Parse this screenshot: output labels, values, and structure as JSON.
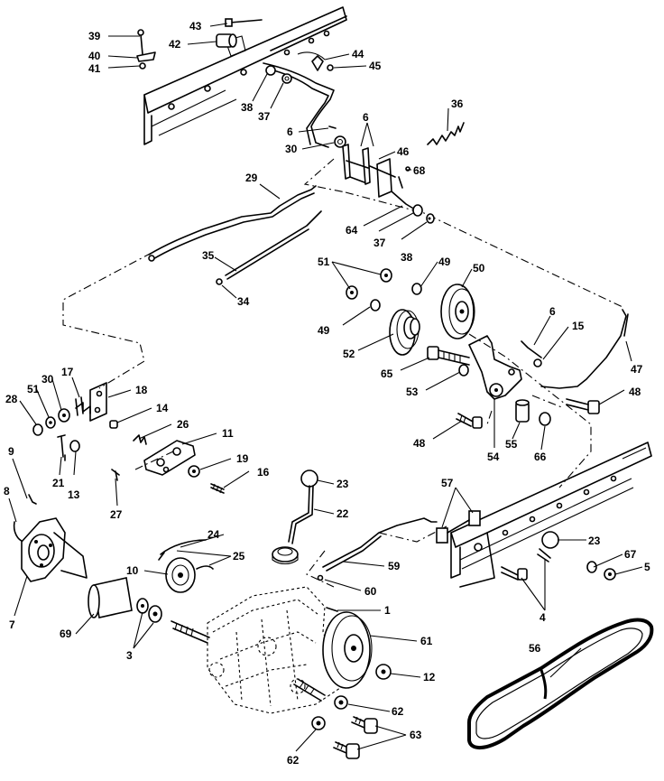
{
  "diagram": {
    "callouts": [
      {
        "id": "c39",
        "text": "39"
      },
      {
        "id": "c40",
        "text": "40"
      },
      {
        "id": "c41",
        "text": "41"
      },
      {
        "id": "c43",
        "text": "43"
      },
      {
        "id": "c42",
        "text": "42"
      },
      {
        "id": "c44",
        "text": "44"
      },
      {
        "id": "c45",
        "text": "45"
      },
      {
        "id": "c38a",
        "text": "38"
      },
      {
        "id": "c37a",
        "text": "37"
      },
      {
        "id": "c36",
        "text": "36"
      },
      {
        "id": "c6a",
        "text": "6"
      },
      {
        "id": "c6b",
        "text": "6"
      },
      {
        "id": "c30a",
        "text": "30"
      },
      {
        "id": "c46",
        "text": "46"
      },
      {
        "id": "c68",
        "text": "68"
      },
      {
        "id": "c29",
        "text": "29"
      },
      {
        "id": "c64",
        "text": "64"
      },
      {
        "id": "c37b",
        "text": "37"
      },
      {
        "id": "c38b",
        "text": "38"
      },
      {
        "id": "c35",
        "text": "35"
      },
      {
        "id": "c34",
        "text": "34"
      },
      {
        "id": "c51a",
        "text": "51"
      },
      {
        "id": "c49a",
        "text": "49"
      },
      {
        "id": "c50",
        "text": "50"
      },
      {
        "id": "c49b",
        "text": "49"
      },
      {
        "id": "c52",
        "text": "52"
      },
      {
        "id": "c6c",
        "text": "6"
      },
      {
        "id": "c15",
        "text": "15"
      },
      {
        "id": "c65",
        "text": "65"
      },
      {
        "id": "c53",
        "text": "53"
      },
      {
        "id": "c47",
        "text": "47"
      },
      {
        "id": "c48a",
        "text": "48"
      },
      {
        "id": "c48b",
        "text": "48"
      },
      {
        "id": "c54",
        "text": "54"
      },
      {
        "id": "c55",
        "text": "55"
      },
      {
        "id": "c66",
        "text": "66"
      },
      {
        "id": "c28",
        "text": "28"
      },
      {
        "id": "c51b",
        "text": "51"
      },
      {
        "id": "c30b",
        "text": "30"
      },
      {
        "id": "c17",
        "text": "17"
      },
      {
        "id": "c18",
        "text": "18"
      },
      {
        "id": "c14",
        "text": "14"
      },
      {
        "id": "c26",
        "text": "26"
      },
      {
        "id": "c11",
        "text": "11"
      },
      {
        "id": "c19",
        "text": "19"
      },
      {
        "id": "c16",
        "text": "16"
      },
      {
        "id": "c21",
        "text": "21"
      },
      {
        "id": "c13",
        "text": "13"
      },
      {
        "id": "c9",
        "text": "9"
      },
      {
        "id": "c8",
        "text": "8"
      },
      {
        "id": "c27",
        "text": "27"
      },
      {
        "id": "c23a",
        "text": "23"
      },
      {
        "id": "c22",
        "text": "22"
      },
      {
        "id": "c57",
        "text": "57"
      },
      {
        "id": "c24",
        "text": "24"
      },
      {
        "id": "c25",
        "text": "25"
      },
      {
        "id": "c10",
        "text": "10"
      },
      {
        "id": "c7",
        "text": "7"
      },
      {
        "id": "c59",
        "text": "59"
      },
      {
        "id": "c60",
        "text": "60"
      },
      {
        "id": "c23b",
        "text": "23"
      },
      {
        "id": "c67",
        "text": "67"
      },
      {
        "id": "c5",
        "text": "5"
      },
      {
        "id": "c4",
        "text": "4"
      },
      {
        "id": "c1",
        "text": "1"
      },
      {
        "id": "c61",
        "text": "61"
      },
      {
        "id": "c69",
        "text": "69"
      },
      {
        "id": "c3",
        "text": "3"
      },
      {
        "id": "c12",
        "text": "12"
      },
      {
        "id": "c56",
        "text": "56"
      },
      {
        "id": "c62a",
        "text": "62"
      },
      {
        "id": "c63",
        "text": "63"
      },
      {
        "id": "c62b",
        "text": "62"
      }
    ]
  }
}
